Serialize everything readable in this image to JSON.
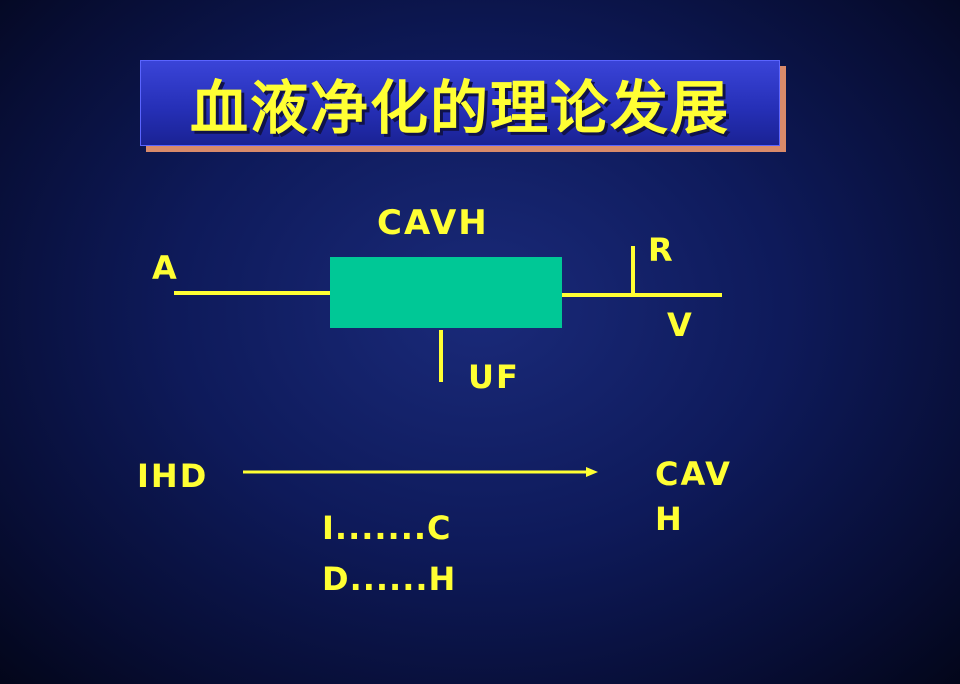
{
  "title": "血液净化的理论发展",
  "diagram": {
    "filter_label": "CAVH",
    "inlet_label": "A",
    "replacement_label": "R",
    "outlet_label": "V",
    "ultrafiltrate_label": "UF"
  },
  "progression": {
    "from": "IHD",
    "to_line1": "CAV",
    "to_line2": "H",
    "note_line1": "I.......C",
    "note_line2": "D......H"
  },
  "colors": {
    "background": "#0e1a5a",
    "text": "#ffff33",
    "filter_box": "#00c896",
    "title_box": "#2630b8",
    "lines": "#ffff33"
  }
}
